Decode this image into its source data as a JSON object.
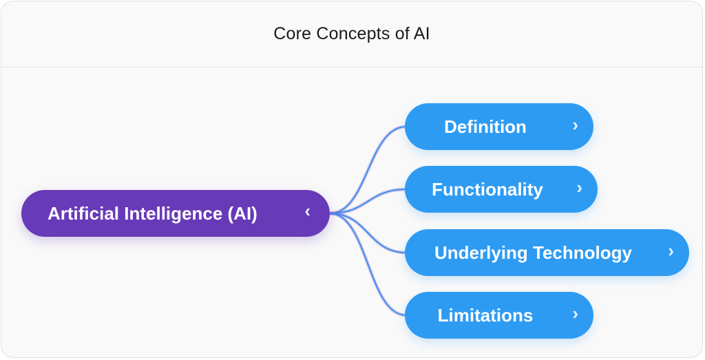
{
  "diagram": {
    "title": "Core Concepts of AI",
    "root": {
      "label": "Artificial Intelligence (AI)",
      "icon": "chevron-left-icon",
      "color": "#673ab7"
    },
    "children": [
      {
        "label": "Definition",
        "icon": "chevron-right-icon"
      },
      {
        "label": "Functionality",
        "icon": "chevron-right-icon"
      },
      {
        "label": "Underlying Technology",
        "icon": "chevron-right-icon"
      },
      {
        "label": "Limitations",
        "icon": "chevron-right-icon"
      }
    ],
    "child_color": "#2e9bf3",
    "link_color": "#3b8fe8",
    "chevron_left": "‹",
    "chevron_right": "›"
  }
}
